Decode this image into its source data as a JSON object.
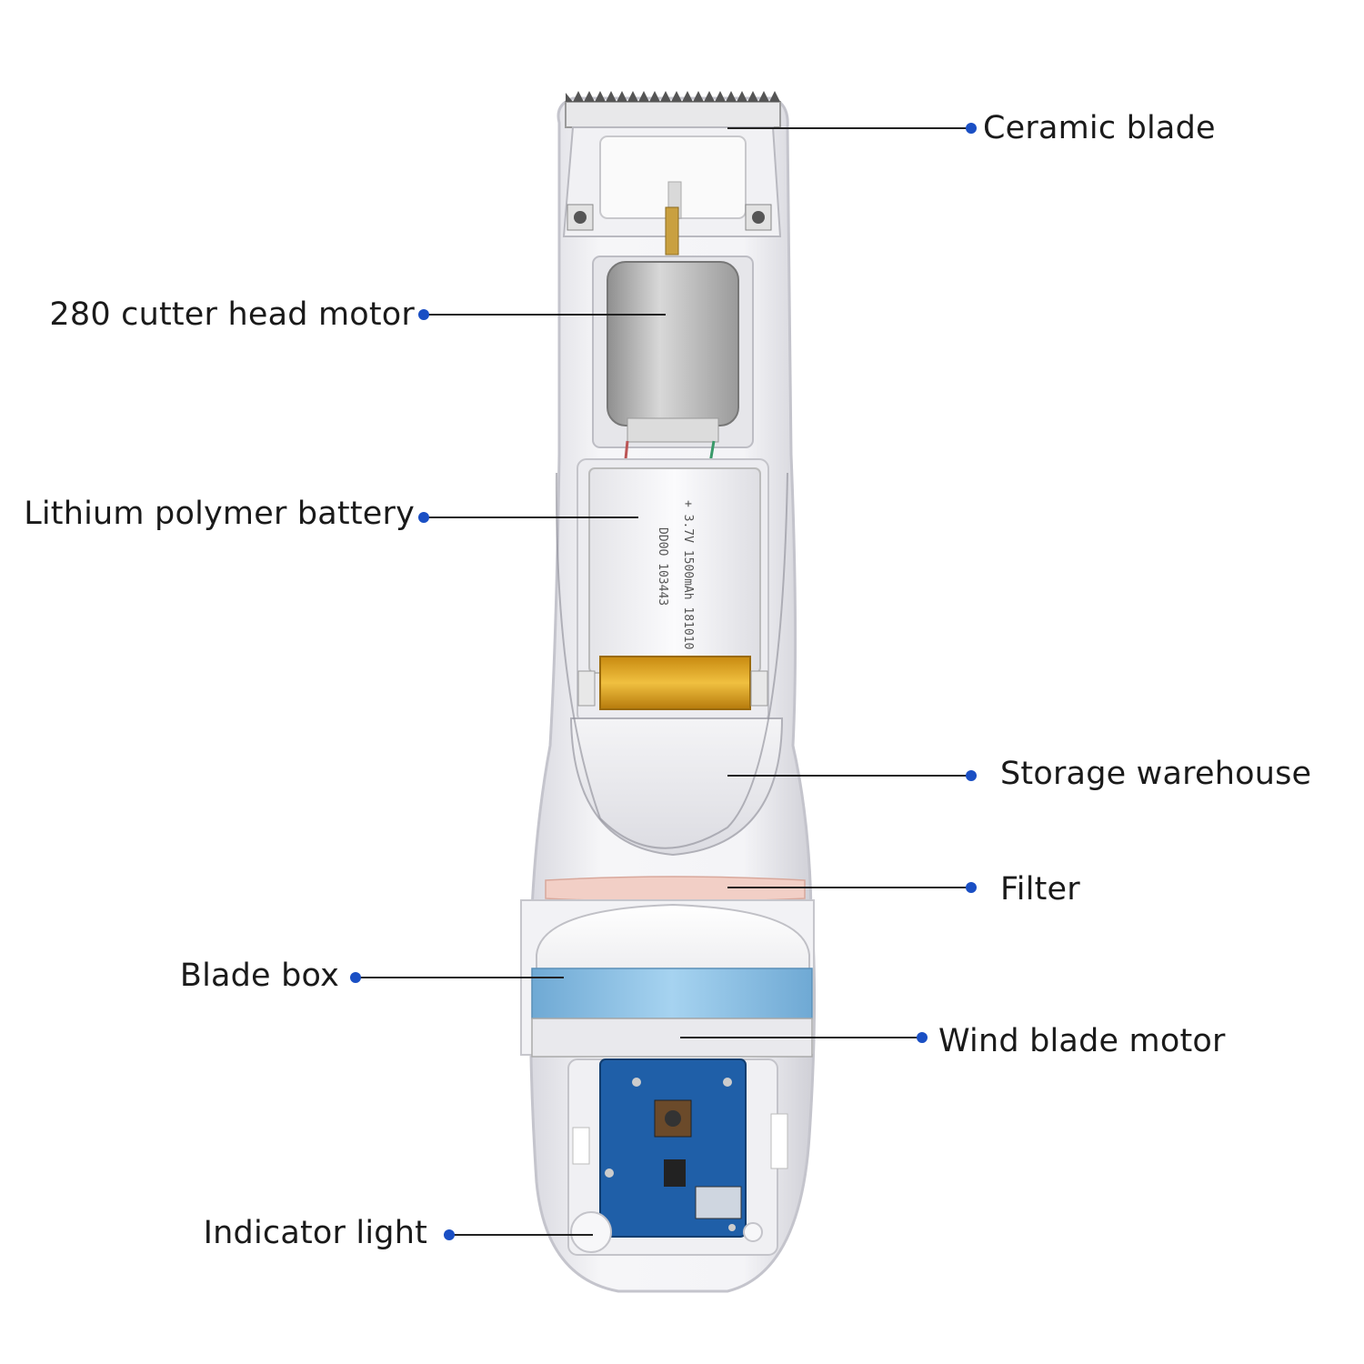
{
  "colors": {
    "background": "#ffffff",
    "leader_line": "#222222",
    "dot": "#1a4fc4",
    "body": "#eeeef2",
    "motor_can": "#b8b8b8",
    "battery_tape": "#d9a21a",
    "fan_ring": "#8ec3e6",
    "pcb": "#1f5fa8",
    "filter": "#f2c9c0"
  },
  "labels": {
    "ceramic_blade": "Ceramic blade",
    "cutter_motor": "280 cutter head motor",
    "battery": "Lithium polymer battery",
    "storage": "Storage warehouse",
    "filter": "Filter",
    "blade_box": "Blade box",
    "wind_motor": "Wind blade motor",
    "indicator": "Indicator light"
  },
  "battery_print": {
    "line1": "DD0O 103443",
    "line2": "+ 3.7V 1500mAh 181010"
  },
  "icons": {
    "callout_dot": "callout-dot-icon"
  }
}
